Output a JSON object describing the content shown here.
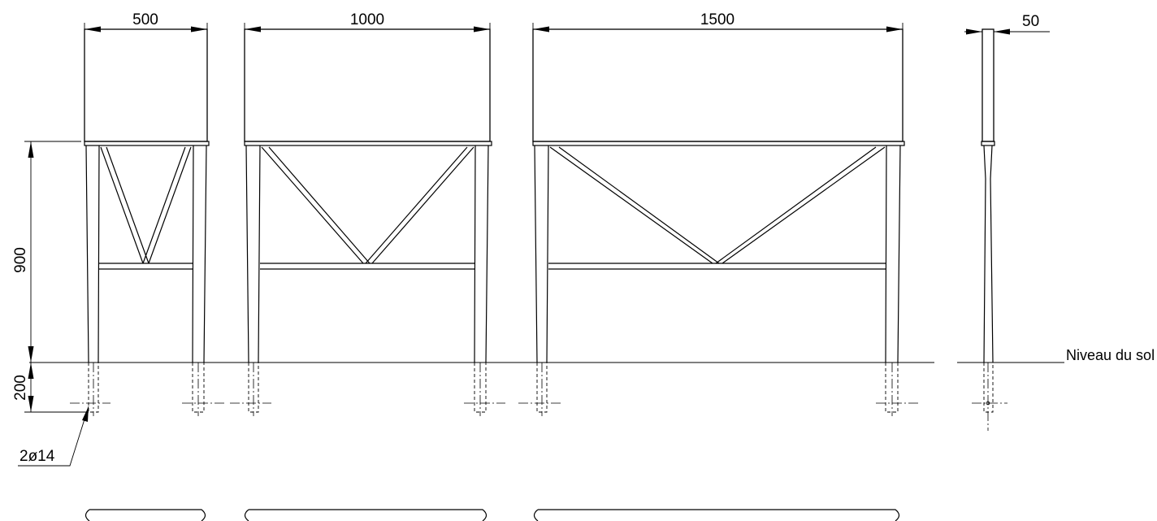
{
  "drawing": {
    "dim_width_500": "500",
    "dim_width_1000": "1000",
    "dim_width_1500": "1500",
    "dim_thickness": "50",
    "dim_height": "900",
    "dim_embed": "200",
    "anchor_label": "2ø14",
    "ground_label": "Niveau du sol fini"
  }
}
